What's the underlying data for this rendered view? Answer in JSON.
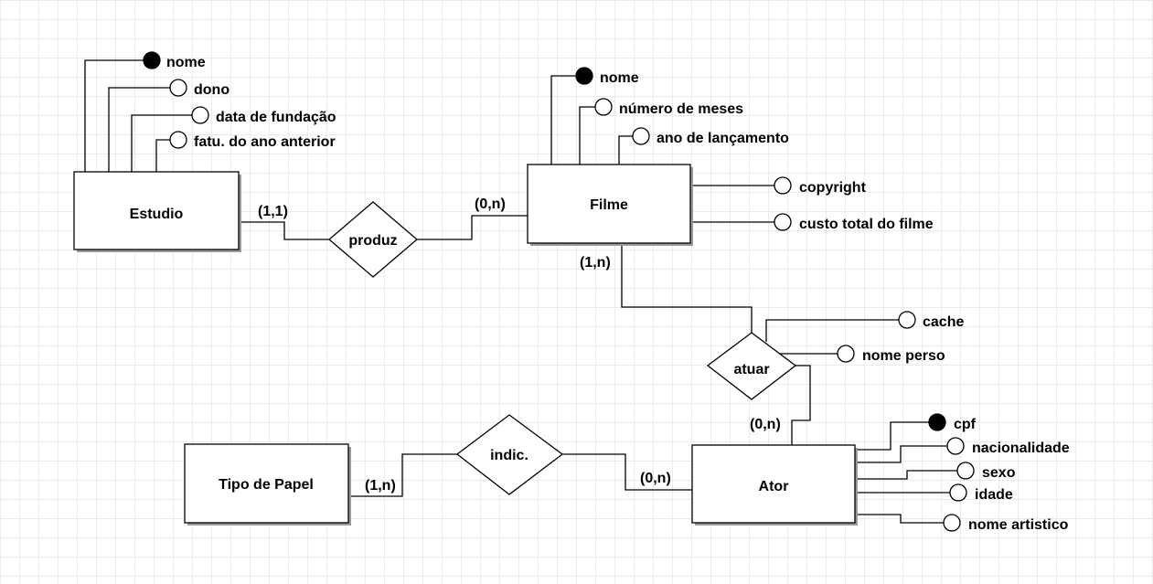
{
  "entities": {
    "estudio": "Estudio",
    "filme": "Filme",
    "ator": "Ator",
    "tipo_papel": "Tipo de Papel"
  },
  "relationships": {
    "produz": "produz",
    "atuar": "atuar",
    "indic": "indic."
  },
  "cardinalities": {
    "estudio_produz": "(1,1)",
    "filme_produz": "(0,n)",
    "filme_atuar": "(1,n)",
    "ator_atuar": "(0,n)",
    "ator_indic": "(0,n)",
    "tipo_papel_indic": "(1,n)"
  },
  "attributes": {
    "estudio": [
      {
        "label": "nome",
        "key": true
      },
      {
        "label": "dono",
        "key": false
      },
      {
        "label": "data de fundação",
        "key": false
      },
      {
        "label": "fatu. do ano anterior",
        "key": false
      }
    ],
    "filme": [
      {
        "label": "nome",
        "key": true
      },
      {
        "label": "número de meses",
        "key": false
      },
      {
        "label": "ano de lançamento",
        "key": false
      },
      {
        "label": "copyright",
        "key": false
      },
      {
        "label": "custo total do filme",
        "key": false
      }
    ],
    "atuar": [
      {
        "label": "cache",
        "key": false
      },
      {
        "label": "nome perso",
        "key": false
      }
    ],
    "ator": [
      {
        "label": "cpf",
        "key": true
      },
      {
        "label": "nacionalidade",
        "key": false
      },
      {
        "label": "sexo",
        "key": false
      },
      {
        "label": "idade",
        "key": false
      },
      {
        "label": "nome artistico",
        "key": false
      }
    ]
  }
}
